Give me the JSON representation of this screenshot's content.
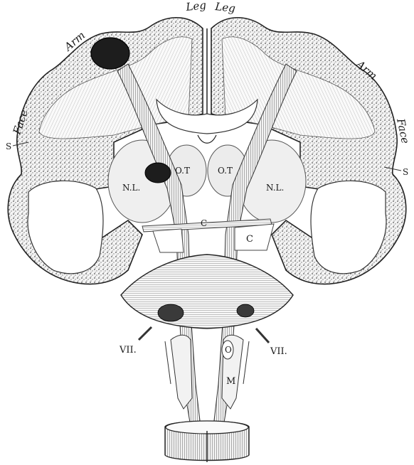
{
  "figure": {
    "labels": {
      "leg_left": "Leg",
      "leg_right": "Leg",
      "arm_left": "Arm",
      "arm_right": "Arm",
      "face_left": "Face",
      "face_right": "Face",
      "s_left": "S",
      "s_right": "S",
      "ot_left": "O.T",
      "ot_right": "O.T",
      "nl_left": "N.L.",
      "nl_right": "N.L.",
      "c_left": "C",
      "c_right": "C",
      "vii_left": "VII.",
      "vii_right": "VII.",
      "o": "O",
      "m": "M"
    }
  }
}
